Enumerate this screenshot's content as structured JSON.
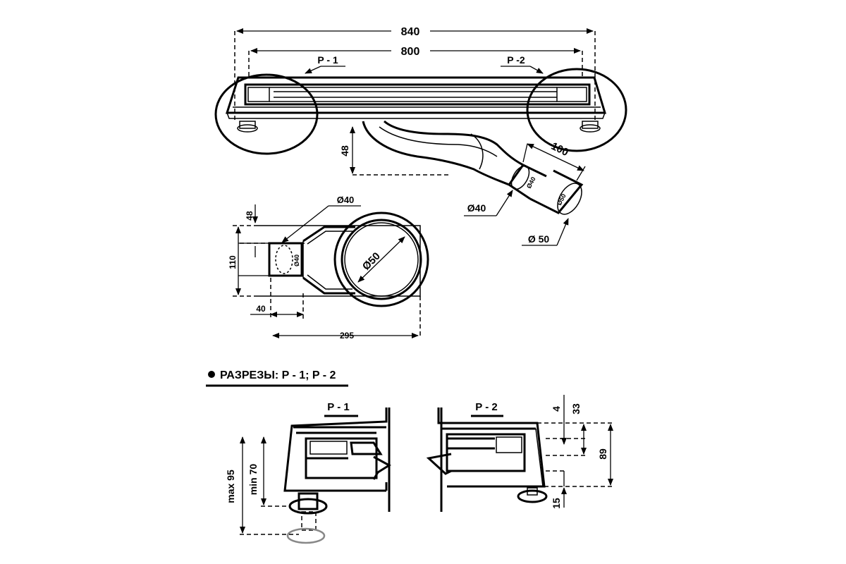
{
  "dimensions": {
    "total_length": "840",
    "channel_length": "800",
    "outlet_height": "48",
    "outlet_length": "100",
    "outlet_d40": "Ø40",
    "outlet_d50": "Ø 50",
    "inner_d40_small": "Ø40",
    "inner_d50_small": "Ø50",
    "plan_d40": "Ø40",
    "plan_d40_inner": "Ø40",
    "plan_d50": "Ø50",
    "plan_h48": "48",
    "plan_h110": "110",
    "plan_w40": "40",
    "plan_w295": "295",
    "sec_4": "4",
    "sec_33": "33",
    "sec_89": "89",
    "sec_15": "15",
    "sec_max95": "max 95",
    "sec_min70": "min 70"
  },
  "labels": {
    "section_p1_top": "P - 1",
    "section_p2_top": "P -2",
    "sections_heading": "РАЗРЕЗЫ: P - 1; P - 2",
    "section_p1": "P - 1",
    "section_p2": "P - 2"
  },
  "colors": {
    "ink": "#000000",
    "paper": "#ffffff",
    "hatch_gray": "#888888"
  }
}
